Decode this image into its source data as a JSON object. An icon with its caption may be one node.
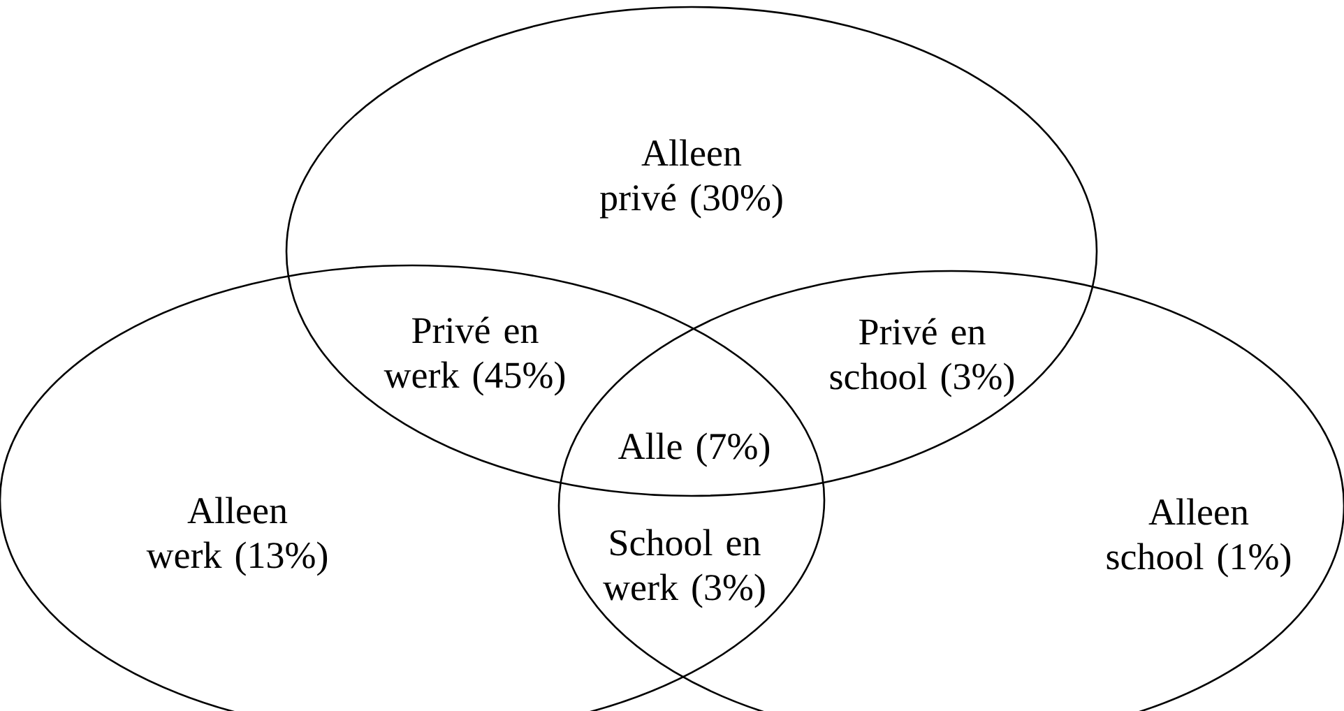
{
  "diagram": {
    "nodes": [
      {
        "text": [],
        "shape": "ellipse"
      },
      {
        "text": [],
        "shape": "ellipse"
      },
      {
        "text": [],
        "shape": "ellipse"
      }
    ],
    "labels": [
      "Alleen privé (30%)",
      "Privé en werk (45%)",
      "Privé en school (3%)",
      "Alle (7%)",
      "Alleen werk (13%)",
      "School en werk (3%)",
      "Alleen school (1%)"
    ]
  }
}
